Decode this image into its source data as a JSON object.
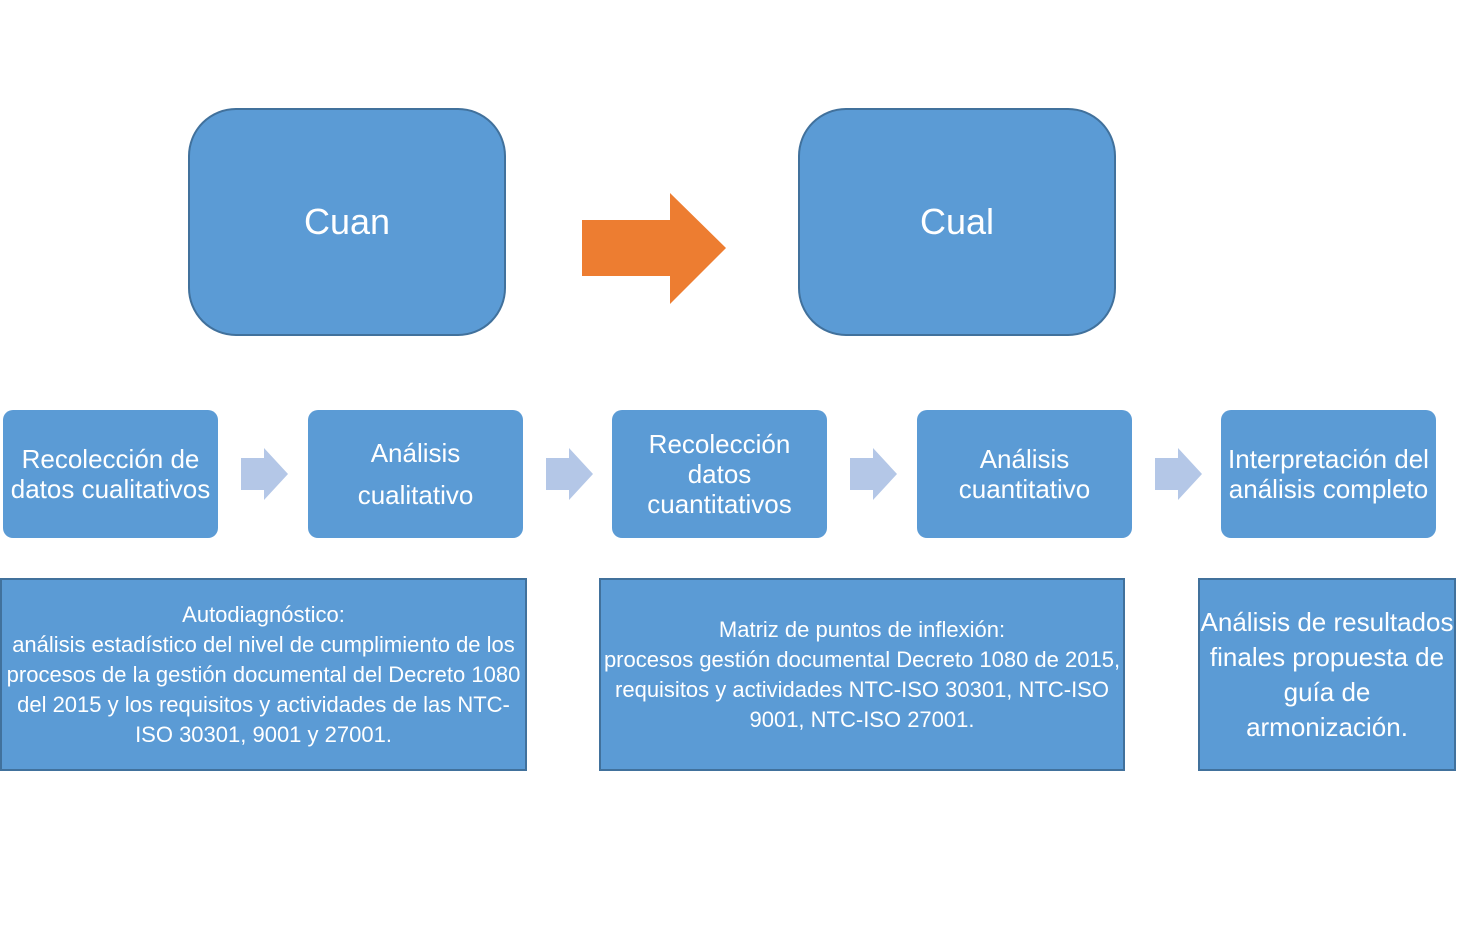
{
  "diagram": {
    "colors": {
      "box_fill": "#5b9bd5",
      "box_border": "#41719c",
      "main_arrow": "#ed7d31",
      "step_arrow": "#b4c7e7",
      "text": "#ffffff"
    },
    "phases": [
      {
        "label": "Cuan"
      },
      {
        "label": "Cual"
      }
    ],
    "main_arrow": {
      "icon": "right-arrow-icon",
      "from": "Cuan",
      "to": "Cual"
    },
    "steps": [
      {
        "label": "Recolección de datos cualitativos"
      },
      {
        "label": "Análisis cualitativo"
      },
      {
        "label": "Recolección datos cuantitativos"
      },
      {
        "label": "Análisis cuantitativo"
      },
      {
        "label": "Interpretación del análisis completo"
      }
    ],
    "step_arrow_icon": "chevron-arrow-right-icon",
    "details": [
      {
        "label": "Autodiagnóstico:\nanálisis estadístico del nivel de cumplimiento de los procesos de la gestión documental del Decreto 1080 del 2015 y los requisitos y actividades de las NTC-ISO 30301, 9001 y 27001."
      },
      {
        "label": "Matriz de puntos de inflexión:\nprocesos gestión documental Decreto 1080 de 2015, requisitos y actividades NTC-ISO 30301, NTC-ISO 9001, NTC-ISO 27001."
      },
      {
        "label": "Análisis de resultados finales propuesta de guía de armonización."
      }
    ]
  }
}
